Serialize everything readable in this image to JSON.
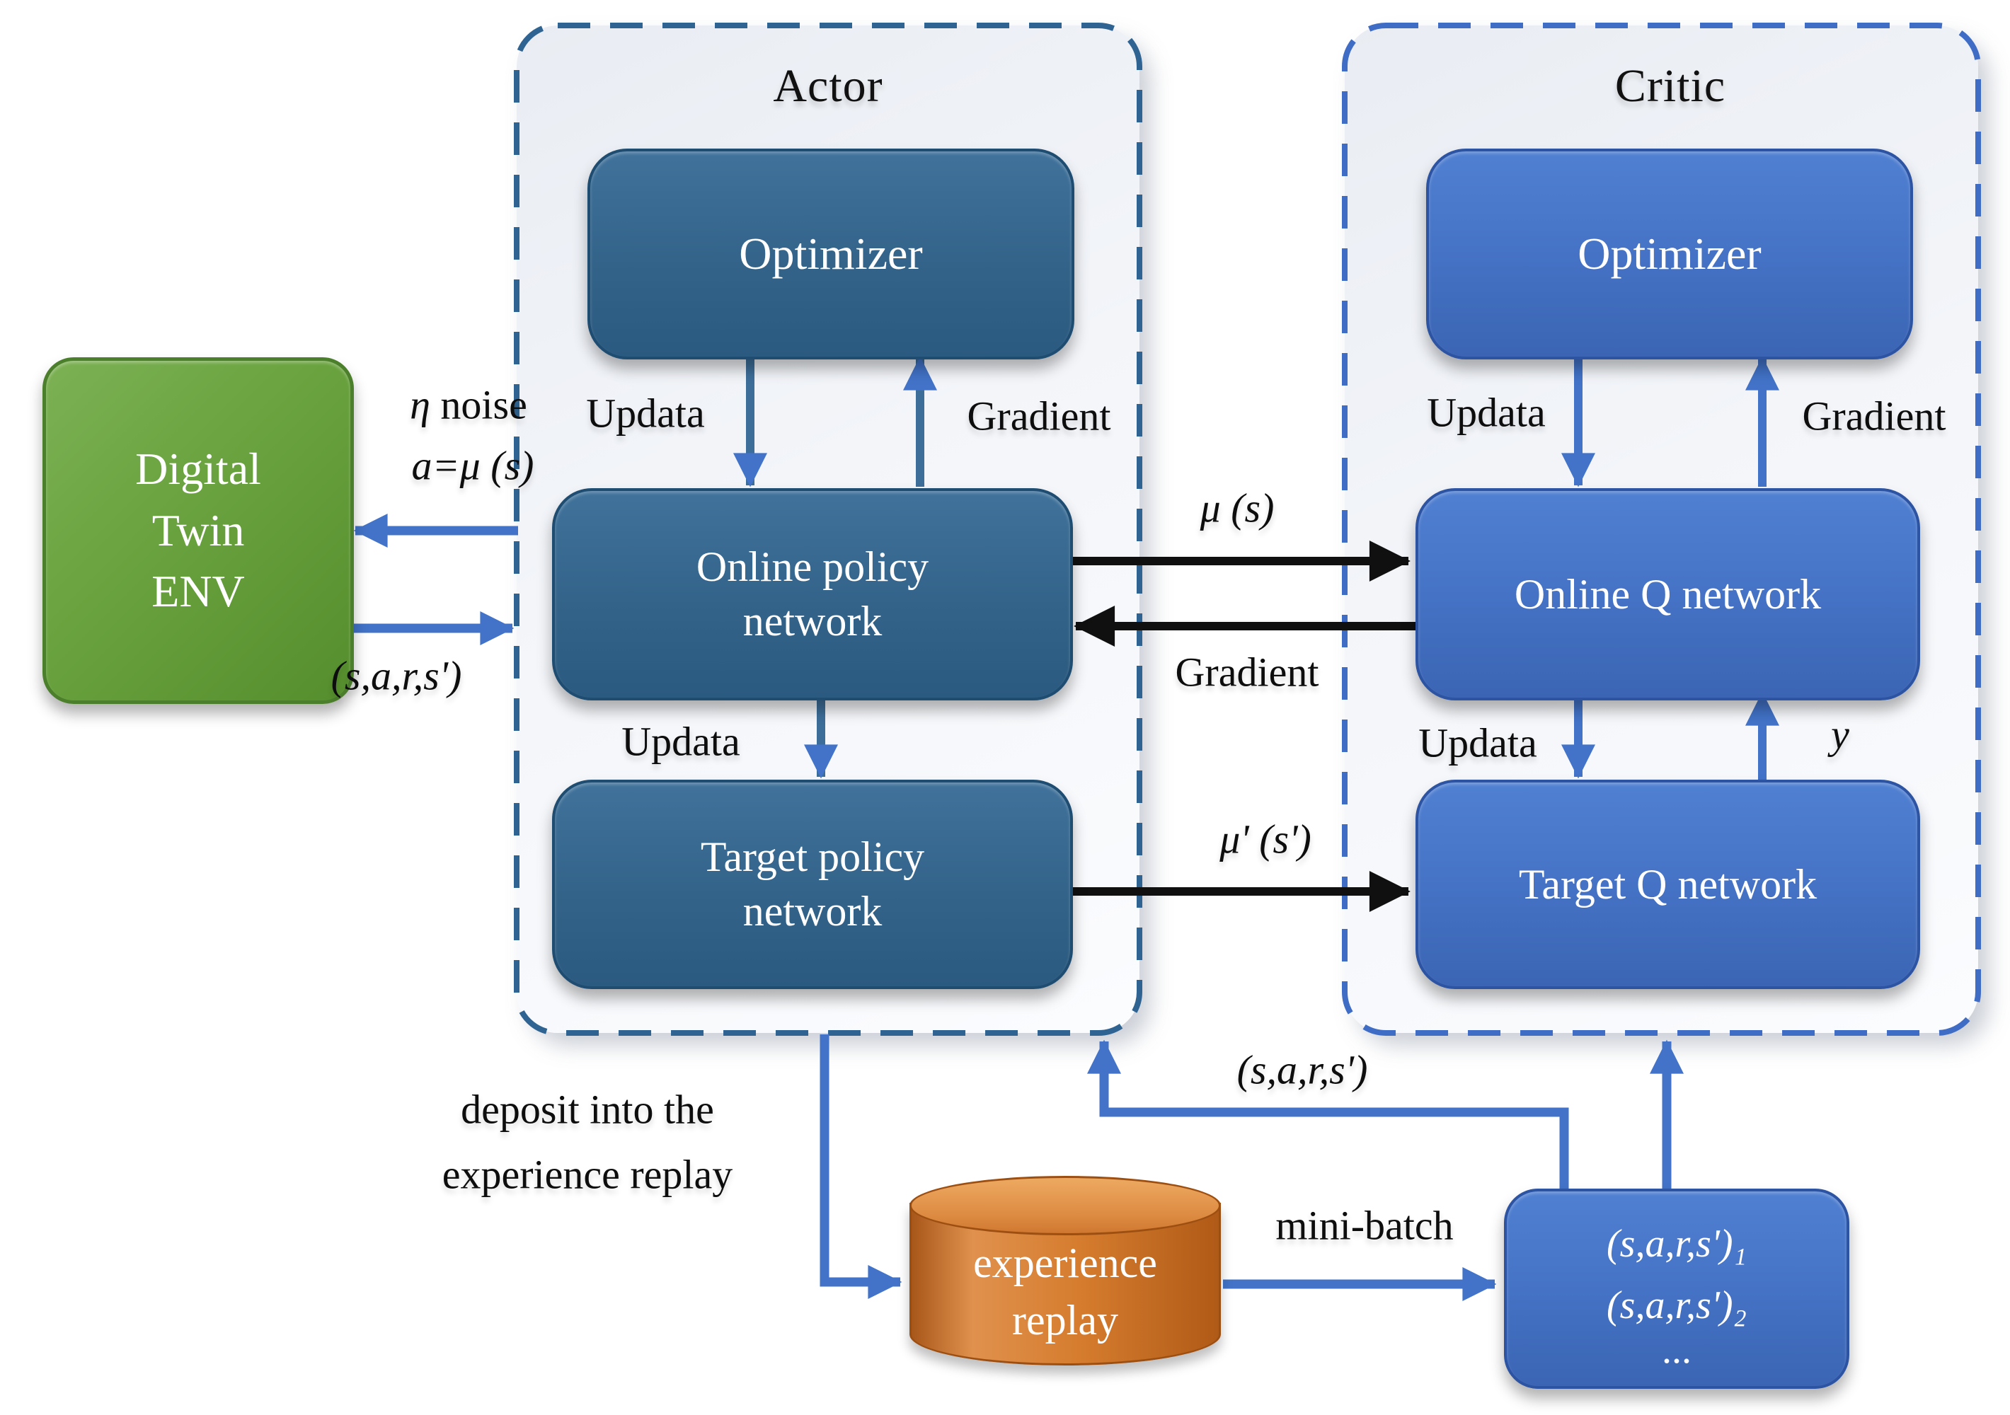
{
  "env": {
    "lines": [
      "Digital",
      "Twin",
      "ENV"
    ],
    "noise_symbol": "η",
    "noise_word": " noise",
    "action": "a=μ (s)",
    "sars": "(s,a,r,s')"
  },
  "actor": {
    "title": "Actor",
    "optimizer": "Optimizer",
    "online": [
      "Online policy",
      "network"
    ],
    "target": [
      "Target policy",
      "network"
    ],
    "update_top": "Updata",
    "gradient_top": "Gradient",
    "update_mid": "Updata"
  },
  "critic": {
    "title": "Critic",
    "optimizer": "Optimizer",
    "online": "Online Q network",
    "target": "Target Q network",
    "update_top": "Updata",
    "gradient_top": "Gradient",
    "update_mid": "Updata",
    "y_label": "y"
  },
  "flows": {
    "mu_s": "μ (s)",
    "gradient_black": "Gradient",
    "mu_sprime": "μ' (s')",
    "deposit_line1": "deposit into the",
    "deposit_line2": "experience replay",
    "mini_batch": "mini-batch",
    "sars_replay": "(s,a,r,s')"
  },
  "replay": {
    "lines": [
      "experience",
      "replay"
    ]
  },
  "batch_box": {
    "lines": [
      "(s,a,r,s')₁",
      "(s,a,r,s')₂",
      "..."
    ]
  },
  "colors": {
    "actor_node": "#336389",
    "critic_node": "#4471c3",
    "env_green": "#69a23e",
    "replay_orange": "#d57c2e",
    "arrow_blue": "#4273c8",
    "arrow_black": "#101010",
    "actor_dash": "#2f6391",
    "critic_dash": "#3f6cc5"
  }
}
